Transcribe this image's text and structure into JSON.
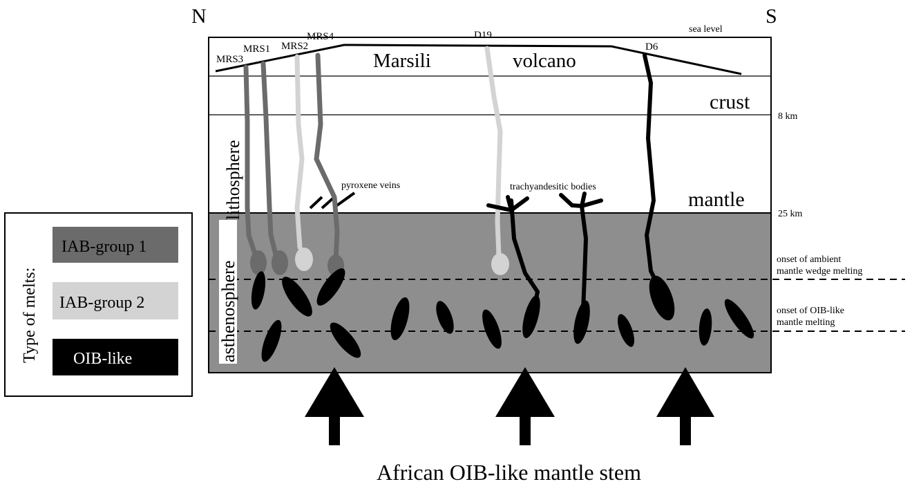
{
  "compass": {
    "north": "N",
    "south": "S"
  },
  "sites": {
    "mrs3": "MRS3",
    "mrs1": "MRS1",
    "mrs2": "MRS2",
    "mrs4": "MRS4",
    "d19": "D19",
    "d6": "D6"
  },
  "volcano": {
    "word1": "Marsili",
    "word2": "volcano"
  },
  "sea_level": "sea level",
  "layers": {
    "crust": "crust",
    "mantle": "mantle",
    "lithosphere": "lithosphere",
    "asthenosphere": "asthenosphere"
  },
  "depths": {
    "moho": "8 km",
    "lab": "25 km"
  },
  "annotations": {
    "pyroxene_veins": "pyroxene veins",
    "trachyandesitic_bodies": "trachyandesitic bodies",
    "ambient_onset_line1": "onset of ambient",
    "ambient_onset_line2": "mantle wedge melting",
    "oib_onset_line1": "onset of OIB-like",
    "oib_onset_line2": "mantle melting"
  },
  "legend": {
    "title": "Type of melts:",
    "items": [
      {
        "label": "IAB-group 1",
        "color": "#6b6b6b",
        "text_color": "#000000"
      },
      {
        "label": "IAB-group 2",
        "color": "#d3d3d3",
        "text_color": "#000000"
      },
      {
        "label": "OIB-like",
        "color": "#000000",
        "text_color": "#ffffff"
      }
    ]
  },
  "colors": {
    "asthenosphere_fill": "#8e8e8e",
    "iab_group_1": "#6b6b6b",
    "iab_group_2": "#d3d3d3",
    "oib_like": "#000000"
  },
  "caption": "African OIB-like mantle stem"
}
